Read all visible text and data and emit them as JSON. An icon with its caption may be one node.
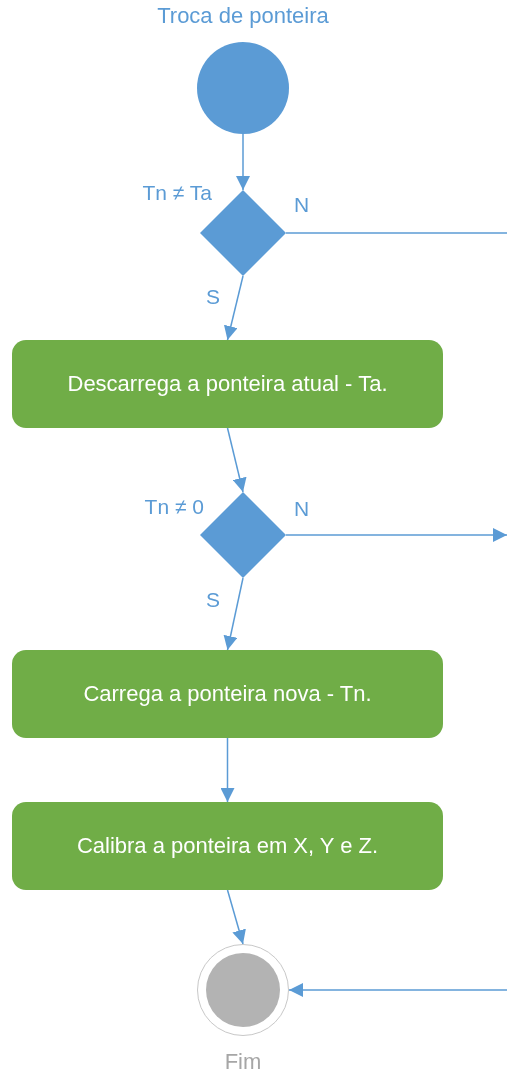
{
  "diagram": {
    "nodes": [
      {
        "text": [],
        "shape": "circle",
        "beside": [
          "Troca de ponteira"
        ]
      },
      {
        "text": [],
        "shape": "diamond",
        "beside": [
          "Tn ≠ Ta"
        ]
      },
      {
        "text": [
          "Descarrega a ponteira atual - Ta."
        ]
      },
      {
        "text": [],
        "shape": "diamond",
        "beside": [
          "Tn ≠ 0"
        ]
      },
      {
        "text": [
          "Carrega a ponteira nova - Tn."
        ]
      },
      {
        "text": [
          "Calibra a ponteira em X, Y e Z."
        ]
      },
      {
        "text": [],
        "shape": "circle",
        "beside": [
          "Fim"
        ]
      }
    ],
    "edges": [
      {
        "from": 0,
        "to": 1,
        "arrow": "to"
      },
      {
        "from": 1,
        "to": 2,
        "arrow": "to",
        "label": "S"
      },
      {
        "from": 1,
        "to": null,
        "arrow": "none",
        "label": "N"
      },
      {
        "from": 2,
        "to": 3,
        "arrow": "to"
      },
      {
        "from": 3,
        "to": 4,
        "arrow": "to",
        "label": "S"
      },
      {
        "from": 3,
        "to": null,
        "arrow": "to",
        "label": "N"
      },
      {
        "from": 4,
        "to": 5,
        "arrow": "to"
      },
      {
        "from": 5,
        "to": 6,
        "arrow": "to"
      },
      {
        "from": null,
        "to": 6,
        "arrow": "to"
      }
    ]
  }
}
